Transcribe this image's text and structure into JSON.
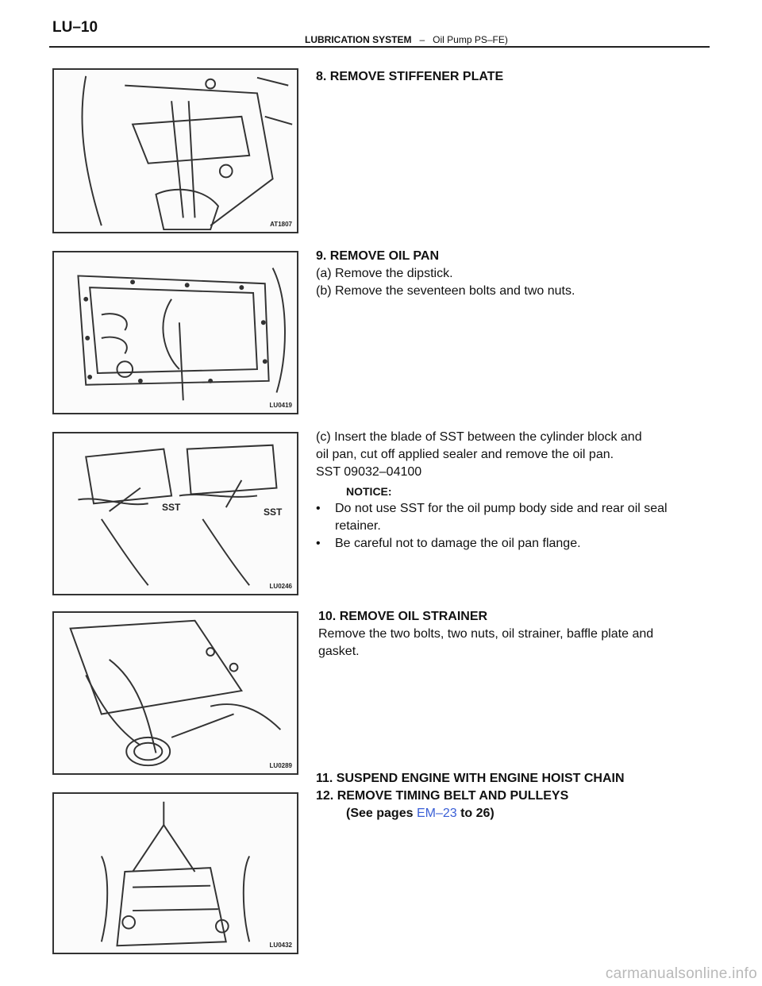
{
  "header": {
    "page_number": "LU–10",
    "section": "LUBRICATION SYSTEM",
    "separator": "–",
    "subsection": "Oil Pump PS–FE)"
  },
  "figures": [
    {
      "code": "AT1807"
    },
    {
      "code": "LU0419"
    },
    {
      "code": "LU0246",
      "sst_labels": [
        "SST",
        "SST"
      ]
    },
    {
      "code": "LU0289"
    },
    {
      "code": "LU0432"
    }
  ],
  "steps": {
    "step8": {
      "heading": "8. REMOVE STIFFENER PLATE"
    },
    "step9": {
      "heading": "9. REMOVE OIL PAN",
      "lines": [
        "(a) Remove the dipstick.",
        "(b) Remove the seventeen bolts and two nuts."
      ]
    },
    "step9c": {
      "lines": [
        "(c) Insert the blade of SST between the cylinder block and",
        "oil pan, cut off applied sealer and remove the oil pan.",
        "SST  09032–04100"
      ],
      "notice": "NOTICE:",
      "bullet_glyph": "•",
      "bullets": [
        "Do not use SST for the oil pump body side and rear oil seal retainer.",
        "Be careful not to damage the oil pan flange."
      ]
    },
    "step10": {
      "heading": "10. REMOVE OIL STRAINER",
      "lines": [
        "Remove the two bolts, two nuts, oil strainer, baffle plate and",
        "gasket."
      ]
    },
    "step11": {
      "heading": "11. SUSPEND ENGINE WITH ENGINE HOIST CHAIN"
    },
    "step12": {
      "heading": "12. REMOVE TIMING BELT AND PULLEYS",
      "see_prefix": "(See pages ",
      "see_link": "EM–23",
      "see_suffix": " to 26)"
    }
  },
  "footer": {
    "watermark": "carmanualsonline.info"
  }
}
